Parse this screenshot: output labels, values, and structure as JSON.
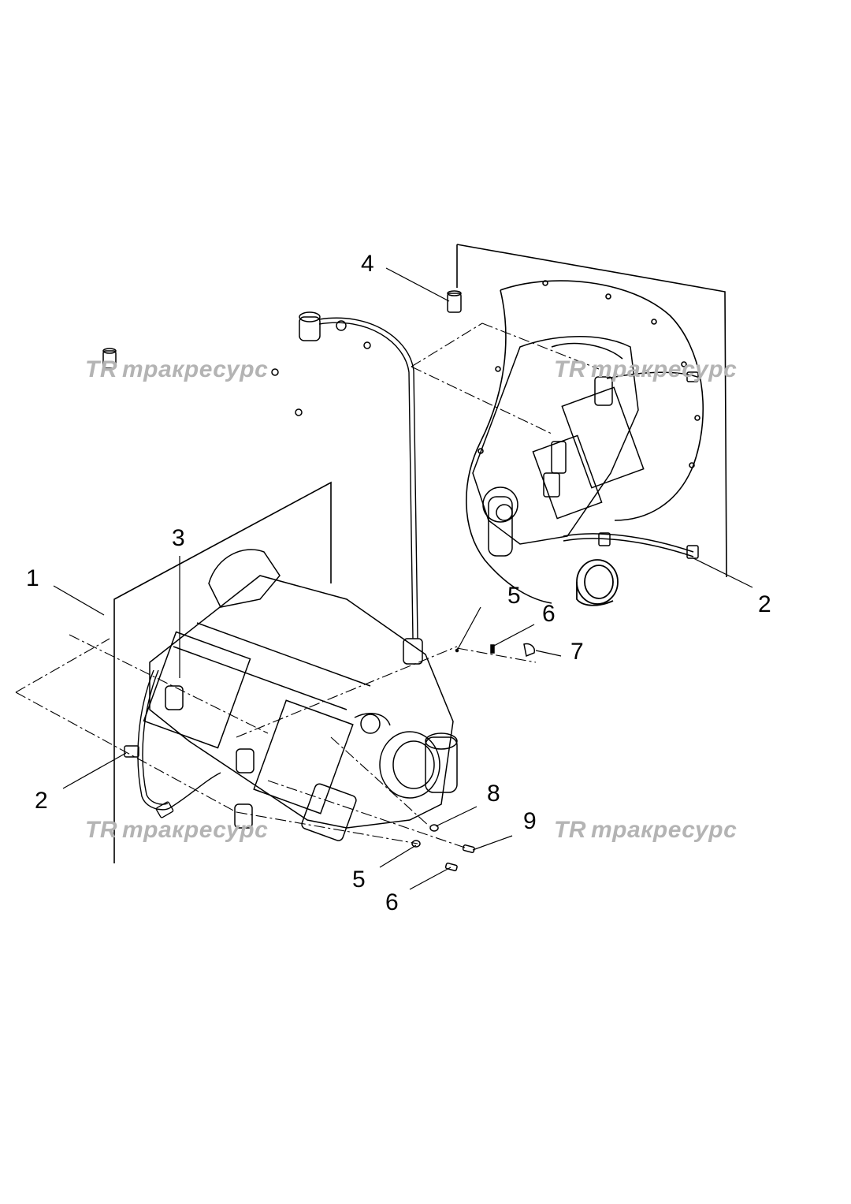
{
  "callouts": {
    "c1": "1",
    "c2_left": "2",
    "c2_right": "2",
    "c3": "3",
    "c4": "4",
    "c5_top": "5",
    "c5_bottom": "5",
    "c6_top": "6",
    "c6_bottom": "6",
    "c7": "7",
    "c8": "8",
    "c9": "9"
  },
  "watermark": {
    "logo": "TR",
    "text": "тракресурс",
    "color": "#b4b4b4"
  }
}
